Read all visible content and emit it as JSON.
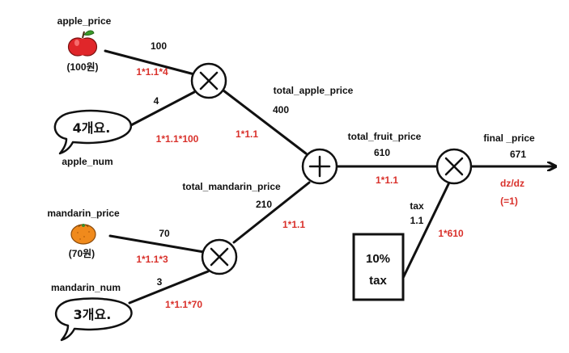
{
  "inputs": {
    "apple_price": {
      "name": "apple_price",
      "value": "(100원)"
    },
    "apple_num": {
      "name": "apple_num",
      "bubble_text": "4개요."
    },
    "mandarin_price": {
      "name": "mandarin_price",
      "value": "(70원)"
    },
    "mandarin_num": {
      "name": "mandarin_num",
      "bubble_text": "3개요."
    },
    "tax_box": {
      "line1": "10%",
      "line2": "tax"
    }
  },
  "edges": {
    "apple_price": {
      "forward": "100",
      "grad": "1*1.1*4"
    },
    "apple_num": {
      "forward": "4",
      "grad": "1*1.1*100"
    },
    "total_apple_price": {
      "name": "total_apple_price",
      "forward": "400",
      "grad": "1*1.1"
    },
    "mandarin_price": {
      "forward": "70",
      "grad": "1*1.1*3"
    },
    "mandarin_num": {
      "forward": "3",
      "grad": "1*1.1*70"
    },
    "total_mandarin_price": {
      "name": "total_mandarin_price",
      "forward": "210",
      "grad": "1*1.1"
    },
    "total_fruit_price": {
      "name": "total_fruit_price",
      "forward": "610",
      "grad": "1*1.1"
    },
    "tax": {
      "name": "tax",
      "forward": "1.1",
      "grad": "1*610"
    },
    "final_price": {
      "name": "final _price",
      "forward": "671",
      "grad": "dz/dz",
      "grad_note": "(=1)"
    }
  },
  "nodes": {
    "mul_apple": {
      "op": "multiply"
    },
    "mul_mandarin": {
      "op": "multiply"
    },
    "add_fruit": {
      "op": "add"
    },
    "mul_tax": {
      "op": "multiply"
    }
  },
  "colors": {
    "ink": "#111111",
    "gradient": "#d9312b",
    "apple": "#e0262a",
    "mandarin": "#f08a1c"
  },
  "icons": {
    "apple": "apple-icon",
    "mandarin": "mandarin-icon"
  }
}
